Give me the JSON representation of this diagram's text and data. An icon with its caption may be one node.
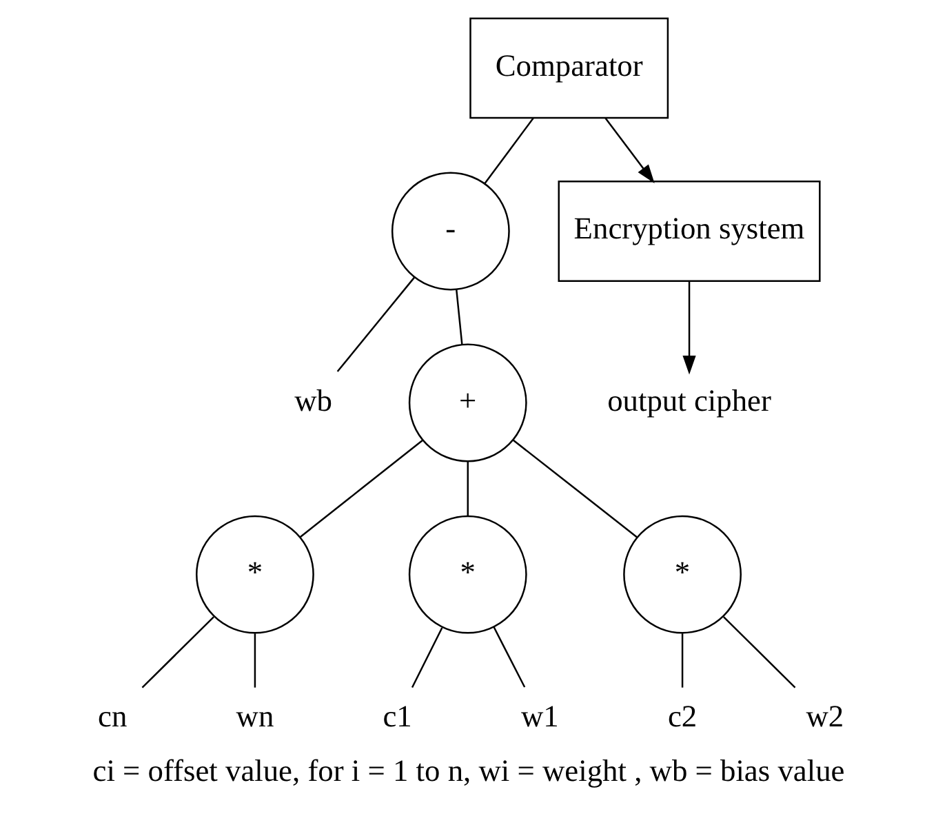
{
  "diagram": {
    "caption": "ci = offset value, for i = 1 to n, wi = weight , wb = bias value",
    "nodes": [
      {
        "text": [
          "Comparator"
        ]
      },
      {
        "text": [
          "-"
        ]
      },
      {
        "text": [
          "Encryption system"
        ]
      },
      {
        "text": [
          "output cipher"
        ]
      },
      {
        "text": [
          "wb"
        ]
      },
      {
        "text": [
          "+"
        ]
      },
      {
        "text": [
          "*"
        ]
      },
      {
        "text": [
          "*"
        ]
      },
      {
        "text": [
          "*"
        ]
      },
      {
        "text": [
          "cn"
        ]
      },
      {
        "text": [
          "wn"
        ]
      },
      {
        "text": [
          "c1"
        ]
      },
      {
        "text": [
          "w1"
        ]
      },
      {
        "text": [
          "c2"
        ]
      },
      {
        "text": [
          "w2"
        ]
      }
    ],
    "edges": [
      {
        "from": 0,
        "to": 1,
        "arrow": "none"
      },
      {
        "from": 0,
        "to": 2,
        "arrow": "to"
      },
      {
        "from": 2,
        "to": 3,
        "arrow": "to"
      },
      {
        "from": 1,
        "to": 5,
        "arrow": "none"
      },
      {
        "from": 1,
        "to": 4,
        "arrow": "none"
      },
      {
        "from": 5,
        "to": 7,
        "arrow": "none"
      },
      {
        "from": 5,
        "to": 8,
        "arrow": "none"
      },
      {
        "from": 5,
        "to": 6,
        "arrow": "none"
      },
      {
        "from": 6,
        "to": 9,
        "arrow": "none"
      },
      {
        "from": 6,
        "to": 10,
        "arrow": "none"
      },
      {
        "from": 7,
        "to": 11,
        "arrow": "none"
      },
      {
        "from": 7,
        "to": 12,
        "arrow": "none"
      },
      {
        "from": 8,
        "to": 13,
        "arrow": "none"
      },
      {
        "from": 8,
        "to": 14,
        "arrow": "none"
      }
    ]
  }
}
